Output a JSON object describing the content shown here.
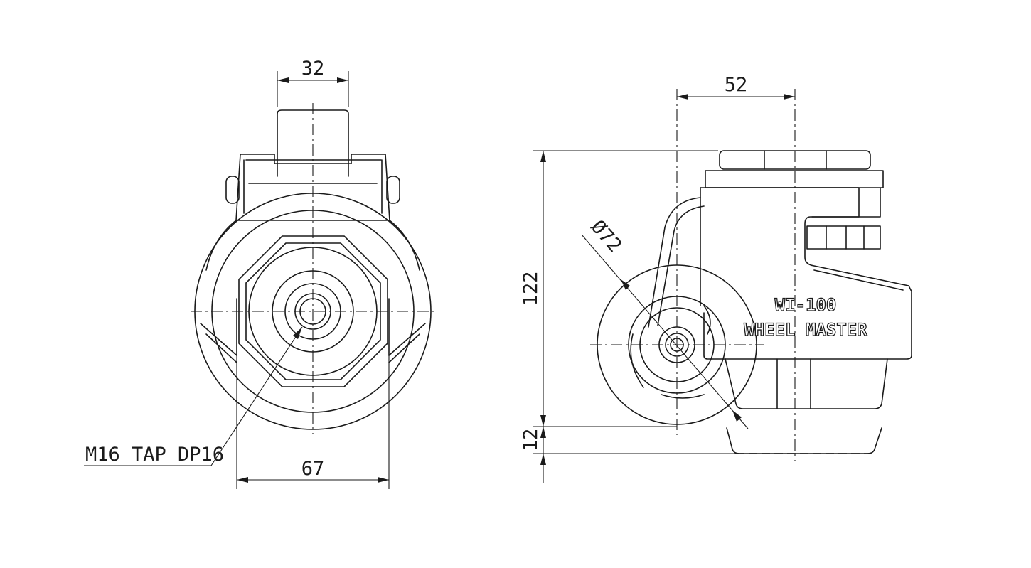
{
  "front_view": {
    "dim_top": "32",
    "dim_bottom": "67",
    "tap_callout": "M16 TAP DP16"
  },
  "side_view": {
    "dim_top": "52",
    "dim_height": "122",
    "dim_base": "12",
    "dim_wheel_diameter": "Ø72",
    "model_label": "WI-100",
    "brand_label": "WHEEL MASTER"
  },
  "colors": {
    "line": "#1a1a1a",
    "background": "#ffffff"
  }
}
